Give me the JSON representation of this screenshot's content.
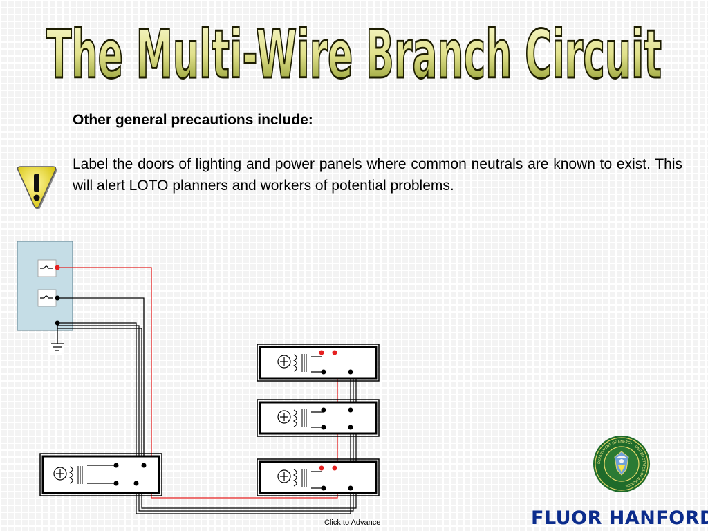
{
  "slide": {
    "title": "The Multi-Wire Branch Circuit",
    "heading": "Other general precautions include:",
    "body": "Label the doors of lighting and power panels where common neutrals are known to exist. This will alert LOTO planners and workers of potential problems.",
    "advance_label": "Click to Advance"
  },
  "branding": {
    "company": "FLUOR HANFORD",
    "seal_text": "DEPARTMENT OF ENERGY · UNITED STATES OF AMERICA"
  },
  "icons": {
    "warning": "warning-icon",
    "ground": "ground-icon",
    "seal": "doe-seal-icon"
  },
  "colors": {
    "title_fill_top": "#f7f7c8",
    "title_fill_bottom": "#7f8f1c",
    "hot_wire": "#e52020",
    "neutral_wire": "#000000",
    "panel_fill": "#c5dde6",
    "brand_blue": "#0b2c8c"
  }
}
